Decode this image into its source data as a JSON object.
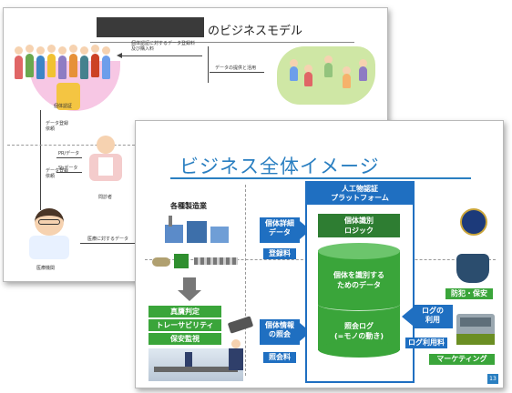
{
  "back_slide": {
    "title_suffix": "のビジネスモデル",
    "labels": {
      "top_arrow": "個体認証に対するデータ登録料\n及び購入料",
      "top_right_arrow": "データの提供と活用",
      "left_label1": "個体認証",
      "left_label2": "データ登録\n依頼",
      "left_label3": "データ登録\n依頼",
      "mid1": "PR/データ",
      "mid2": "Shデータ",
      "middle_person": "問診者",
      "bottom_person": "医療機関",
      "bottom_arrow": "医療に対するデータ"
    }
  },
  "front_slide": {
    "title": "ビジネス全体イメージ",
    "platform_title": "人工物認証\nプラットフォーム",
    "logic": "個体識別\nロジック",
    "db_top": "個体を識別する\nためのデータ",
    "db_bottom": "照会ログ\n(=モノの動き)",
    "manufacturer": "各種製造業",
    "btn_register": "個体詳細\nデータ",
    "fee_register": "登録料",
    "btn_query": "個体情報\nの照会",
    "fee_query": "照会料",
    "use_items": [
      "真贋判定",
      "トレーサビリティ",
      "保安監視"
    ],
    "btn_log": "ログの\n利用",
    "fee_log": "ログ利用料",
    "security": "防犯・保安",
    "marketing": "マーケティング",
    "page_number": "13"
  },
  "colors": {
    "blue": "#1f6fc1",
    "green": "#3aa53a",
    "dark_green": "#2e7d32",
    "title": "#2a7fc1"
  }
}
